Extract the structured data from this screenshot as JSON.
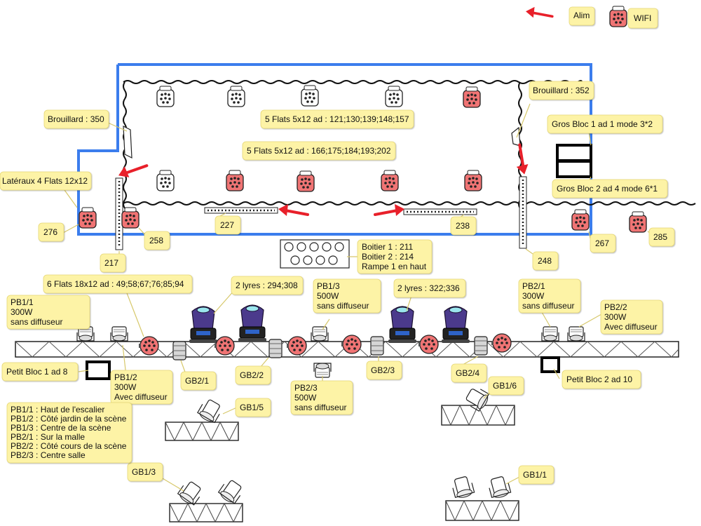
{
  "legend": {
    "alim_label": "Alim",
    "wifi_label": "WIFI",
    "alim_color": "#e8202a",
    "wifi_color": "#f07474",
    "alim_icon": "red-arrow-icon",
    "wifi_icon": "wifi-par-icon"
  },
  "colors": {
    "stage_outline": "#3b7ded",
    "note_fill": "#fdf3a6",
    "moving_head": "#4b3a8c"
  },
  "notes": {
    "brouillard_350": "Brouillard : 350",
    "brouillard_352": "Brouillard : 352",
    "flats_back": "5 Flats 5x12 ad : 121;130;139;148;157",
    "flats_mid": "5 Flats 5x12 ad : 166;175;184;193;202",
    "gros_bloc_1": "Gros Bloc 1 ad 1 mode 3*2",
    "gros_bloc_2": "Gros Bloc 2 ad 4 mode 6*1",
    "lateraux": "Latéraux 4 Flats 12x12",
    "addr_276": "276",
    "addr_258": "258",
    "addr_227": "227",
    "addr_238": "238",
    "addr_217": "217",
    "addr_248": "248",
    "addr_267": "267",
    "addr_285": "285",
    "boitier": [
      "Boitier 1 : 211",
      "Boitier 2 : 214",
      "Rampe 1 en haut"
    ],
    "flats_front": "6 Flats 18x12 ad : 49;58;67;76;85;94",
    "lyres_1": "2 lyres : 294;308",
    "lyres_2": "2 lyres : 322;336",
    "pb1_1": [
      "PB1/1",
      "300W",
      "sans diffuseur"
    ],
    "pb1_3": [
      "PB1/3",
      "500W",
      "sans diffuseur"
    ],
    "pb2_1": [
      "PB2/1",
      "300W",
      "sans diffuseur"
    ],
    "pb2_2": [
      "PB2/2",
      "300W",
      "Avec diffuseur"
    ],
    "pb1_2": [
      "PB1/2",
      "300W",
      "Avec diffuseur"
    ],
    "pb2_3": [
      "PB2/3",
      "500W",
      "sans diffuseur"
    ],
    "petit_bloc_1": "Petit Bloc 1 ad 8",
    "petit_bloc_2": "Petit Bloc 2 ad 10",
    "gb2_1": "GB2/1",
    "gb2_2": "GB2/2",
    "gb2_3": "GB2/3",
    "gb2_4": "GB2/4",
    "gb1_6": "GB1/6",
    "gb1_5": "GB1/5",
    "gb1_3": "GB1/3",
    "gb1_1": "GB1/1",
    "key": [
      "PB1/1 : Haut de l'escalier",
      "PB1/2 : Côté jardin de la scène",
      "PB1/3 : Centre de la scène",
      "PB2/1 : Sur la malle",
      "PB2/2 : Côté cours de la scène",
      "PB2/3 : Centre salle"
    ]
  },
  "fixtures": {
    "back_row": [
      "white",
      "white",
      "white",
      "white",
      "red"
    ],
    "mid_row": [
      "white",
      "red",
      "red",
      "red",
      "red"
    ],
    "front_pars": 6,
    "moving_heads": 4,
    "pc_fixtures": 6,
    "gb_cans": 4
  }
}
